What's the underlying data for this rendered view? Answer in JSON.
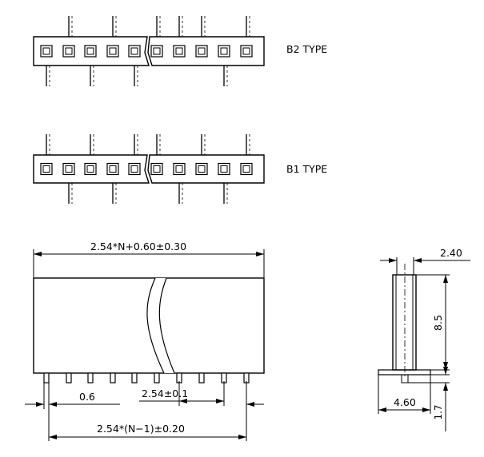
{
  "labels": {
    "b2_type": "B2 TYPE",
    "b1_type": "B1 TYPE"
  },
  "dimensions": {
    "overall_length": "2.54*N+0.60±0.30",
    "pin_width": "0.6",
    "pitch": "2.54±0.1",
    "pin_span": "2.54*(N−1)±0.20",
    "side_thickness": "2.40",
    "body_height": "8.5",
    "foot_width": "4.60",
    "pin_length": "1.7"
  },
  "colors": {
    "ink": "#000000",
    "background": "#ffffff"
  }
}
